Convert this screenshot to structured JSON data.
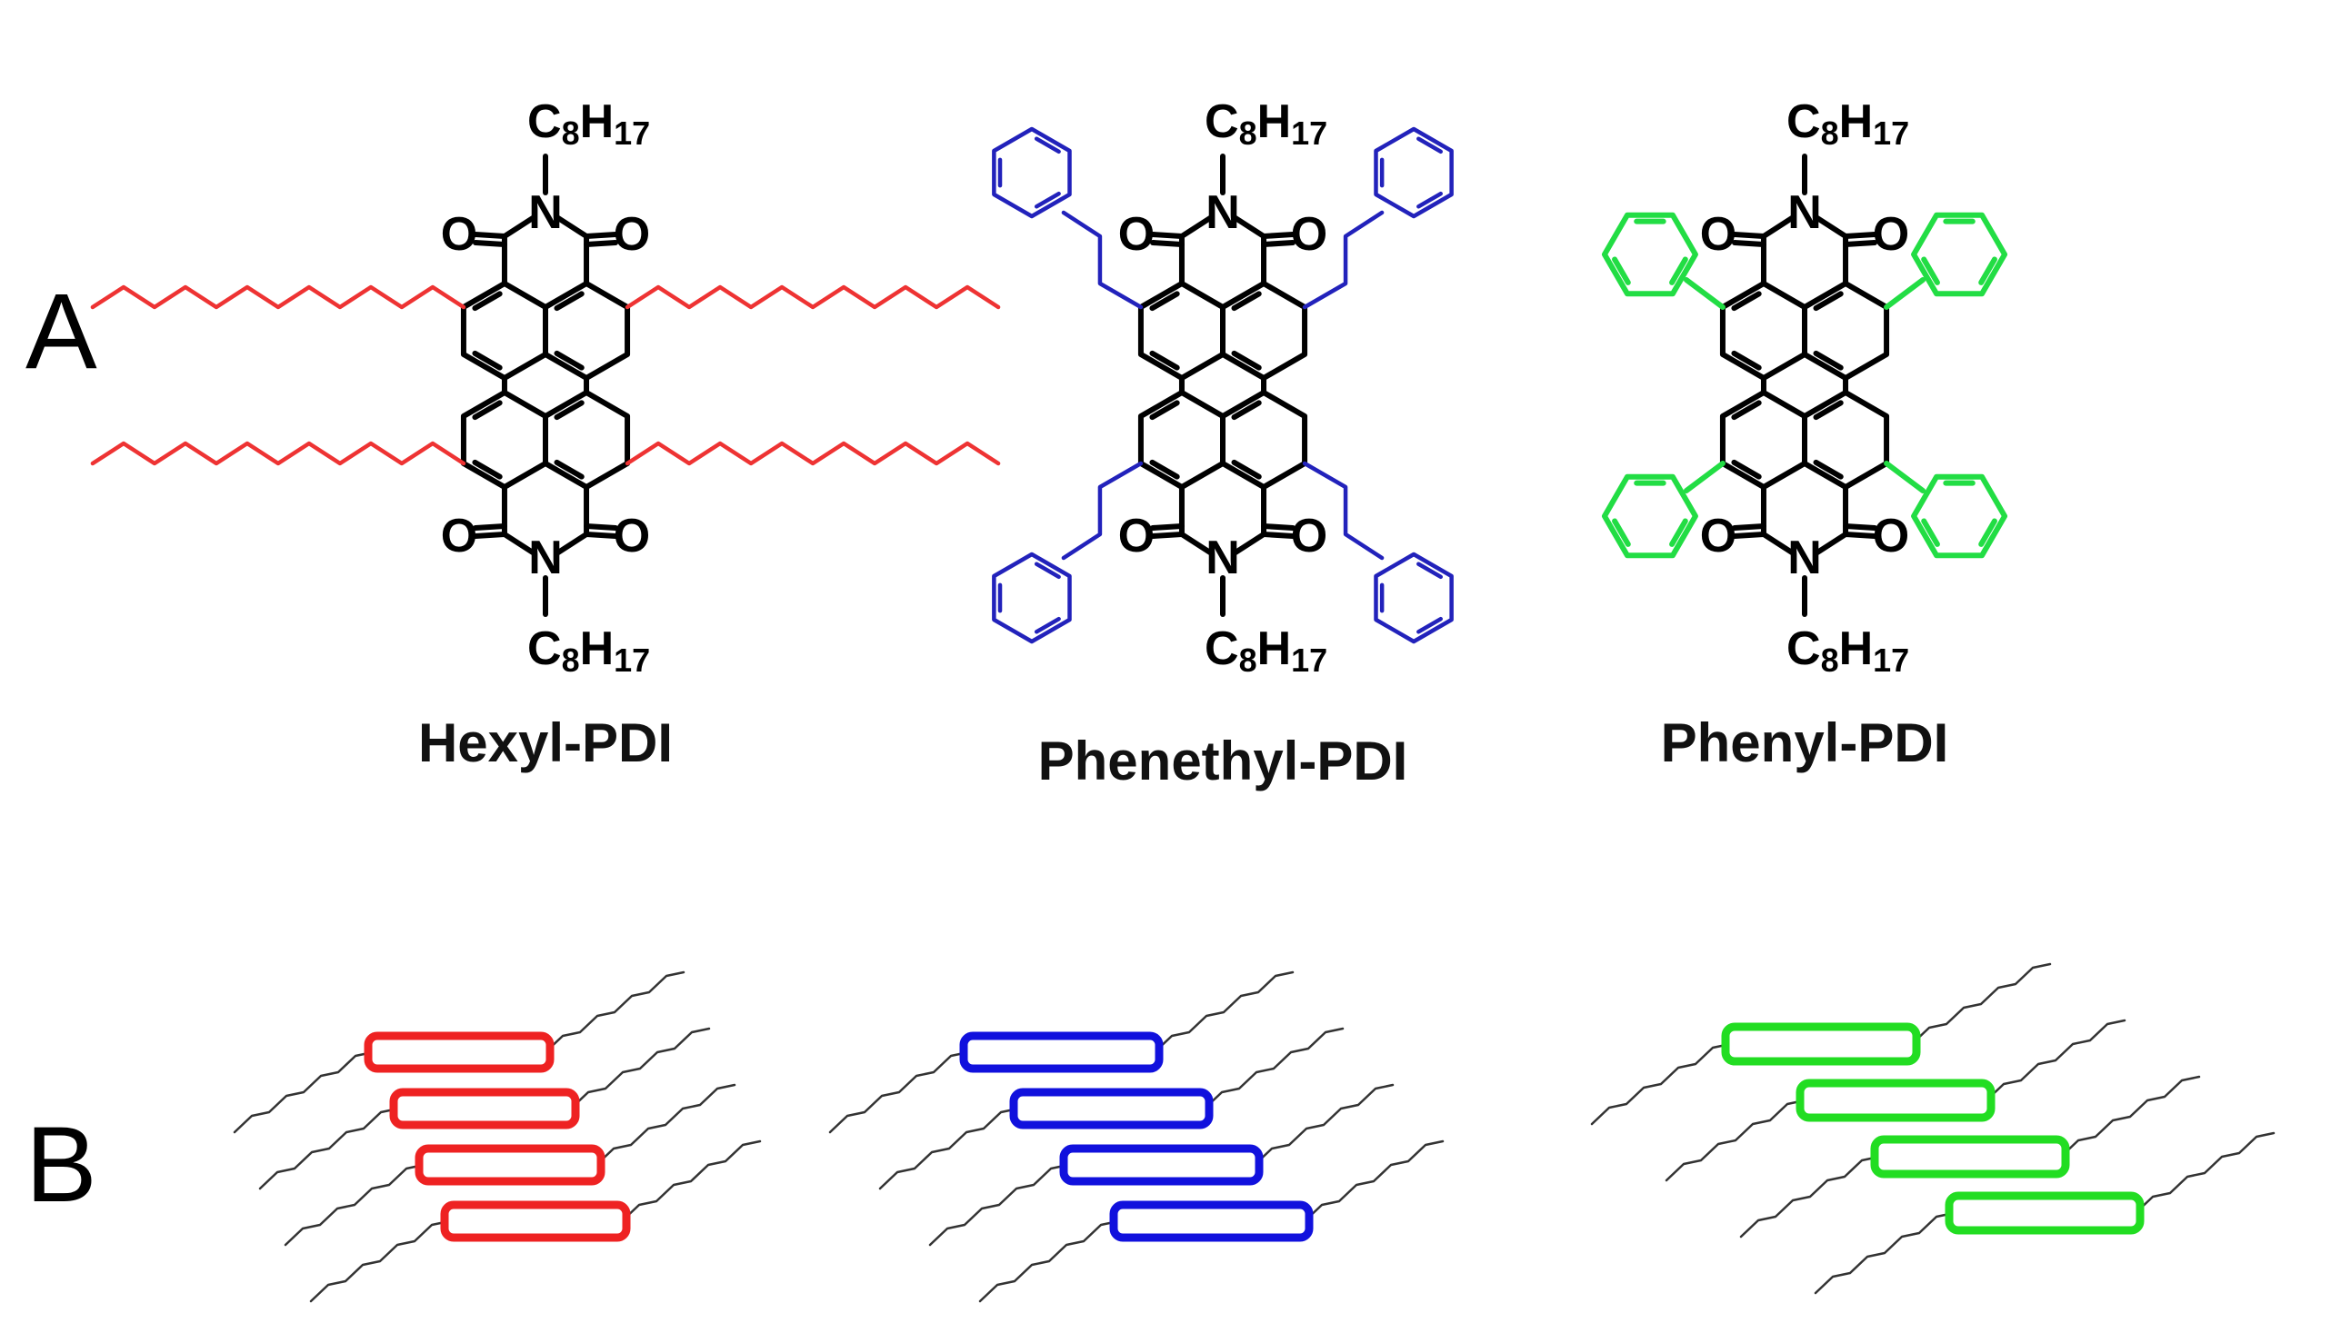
{
  "figure": {
    "panels": [
      {
        "label": "A"
      },
      {
        "label": "B"
      }
    ],
    "atom_labels": {
      "chain_main": "C",
      "chain_carbon_count": "8",
      "chain_h": "H",
      "chain_h_count": "17",
      "oxygen": "O",
      "nitrogen": "N"
    },
    "compounds": [
      {
        "name": "Hexyl-PDI",
        "substituent": "hexyl",
        "color": "#ee3333"
      },
      {
        "name": "Phenethyl-PDI",
        "substituent": "phenethyl",
        "color": "#2222bb"
      },
      {
        "name": "Phenyl-PDI",
        "substituent": "phenyl",
        "color": "#22dd44"
      }
    ],
    "packing_colors": [
      "#ee2222",
      "#1111dd",
      "#22dd22"
    ],
    "stack_count": 4
  }
}
